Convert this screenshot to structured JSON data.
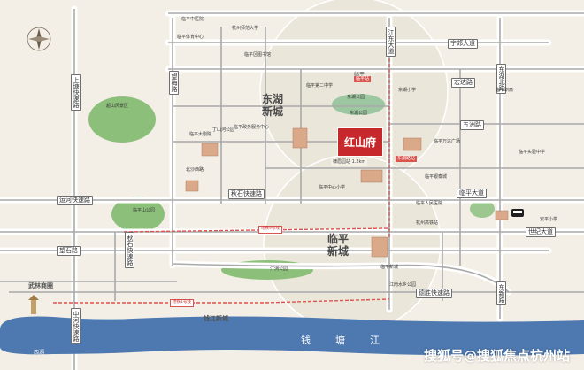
{
  "colors": {
    "background": "#f3efe6",
    "road": "#a9a9a9",
    "road_casing": "#ffffff",
    "river": "#4d79b0",
    "park": "#8cc07a",
    "project": "#c7282c",
    "metro": "#d9554f"
  },
  "districts": {
    "donghu_line1": "东湖",
    "donghu_line2": "新城",
    "linping_line1": "临平",
    "linping_line2": "新城"
  },
  "project": {
    "name": "红山府",
    "caption": "棣眉园站  1.2km"
  },
  "river": {
    "name": "钱塘江"
  },
  "roads": {
    "shanghai": "上塘快速路",
    "wangmei": "望梅路",
    "jiangdong": "江东大道",
    "ningjia": "宁郊大道",
    "dongda": "东湖北路",
    "hongda": "宏达路",
    "wuzhou": "五洲路",
    "yunhe": "运河快速路",
    "qiushi": "秋石快速路",
    "linping": "临平大道",
    "shiji": "世纪大道",
    "zhongshi": "秋石快速路",
    "zhonghe": "中河快速路",
    "dongxin": "东新路",
    "deshen": "德胜快速路",
    "jiangnan": "望石路"
  },
  "places": [
    "临平中医院",
    "临平体育中心",
    "杭州师范大学",
    "临平区图书馆",
    "临平第二中学",
    "东湖公园",
    "东湖公园",
    "临平大剧院",
    "临平政务服务中心",
    "临平人民医院",
    "临平新城",
    "北沙西路",
    "临平万达广场",
    "临平银泰城",
    "临平中心小学",
    "超山风景区",
    "丁山河公园",
    "杭州高铁站",
    "临平山公园",
    "汀洲公园",
    "江南水乡公园",
    "东湖小学",
    "临平职高",
    "临平实验中学",
    "安平小学"
  ],
  "stations": {
    "subway_station": "东湖路站",
    "subway_station2": "临平站",
    "line9": "地铁9号线",
    "line1": "地铁1号线"
  },
  "areas": {
    "wulin": "武林商圈",
    "qianjiang": "钱江新城",
    "wenti": "临平",
    "xiaojiao": "西湖"
  },
  "watermark": "搜狐号@搜狐焦点杭州站"
}
